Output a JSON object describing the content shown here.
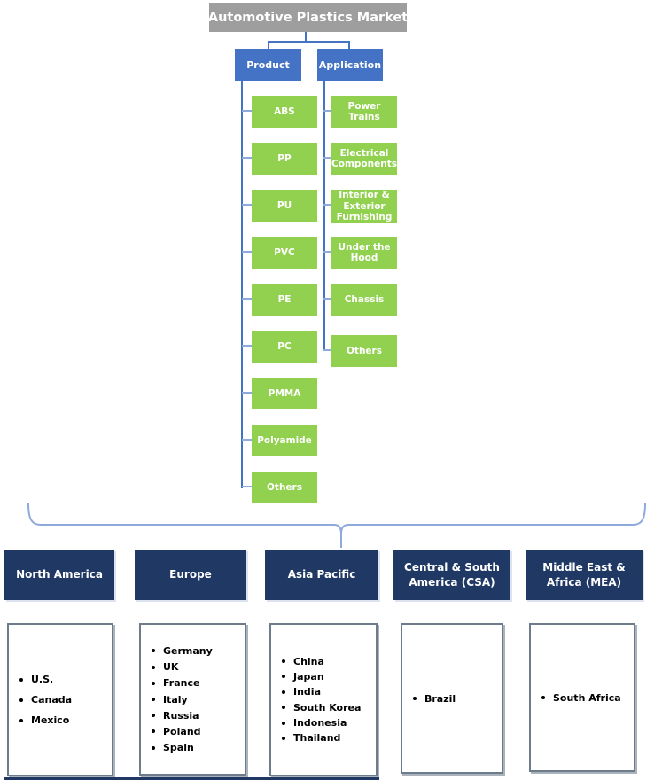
{
  "title": "Automotive Plastics Market",
  "segments": [
    {
      "label": "Product",
      "items": [
        "ABS",
        "PP",
        "PU",
        "PVC",
        "PE",
        "PC",
        "PMMA",
        "Polyamide",
        "Others"
      ]
    },
    {
      "label": "Application",
      "items": [
        "Power Trains",
        "Electrical Components",
        "Interior & Exterior Furnishing",
        "Under the Hood",
        "Chassis",
        "Others"
      ]
    }
  ],
  "regions": [
    {
      "label": "North America",
      "countries": [
        "U.S.",
        "Canada",
        "Mexico"
      ]
    },
    {
      "label": "Europe",
      "countries": [
        "Germany",
        "UK",
        "France",
        "Italy",
        "Russia",
        "Poland",
        "Spain"
      ]
    },
    {
      "label": "Asia Pacific",
      "countries": [
        "China",
        "Japan",
        "India",
        "South Korea",
        "Indonesia",
        "Thailand"
      ]
    },
    {
      "label": "Central & South America (CSA)",
      "countries": [
        "Brazil"
      ]
    },
    {
      "label": "Middle East & Africa (MEA)",
      "countries": [
        "South Africa"
      ]
    }
  ],
  "colors": {
    "root_box": "#9E9E9E",
    "segment_box": "#4472C4",
    "item_box": "#92D050",
    "region_box": "#1F3864",
    "connector_dark": "#4472C4",
    "connector_light": "#8EA9DB",
    "list_border": "#6E7B8B",
    "text_on_fill": "#FFFFFF",
    "country_text": "#000000"
  }
}
